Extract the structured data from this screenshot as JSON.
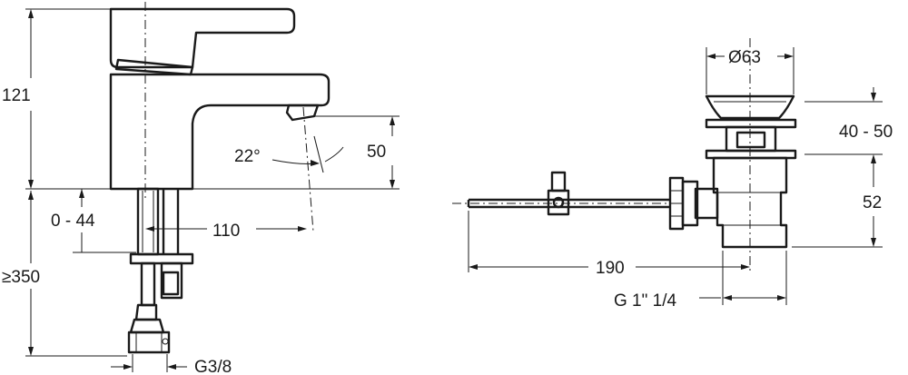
{
  "tap_dimensions": {
    "height": "121",
    "spout_drop": "50",
    "spout_angle": "22°",
    "deck_thickness": "0 - 44",
    "reach": "110",
    "hose_length": "≥350",
    "connection": "G3/8"
  },
  "waste_dimensions": {
    "cap_diameter": "Ø63",
    "adjustment": "40 - 50",
    "body_height": "52",
    "rod_length": "190",
    "thread": "G 1\" 1/4"
  }
}
